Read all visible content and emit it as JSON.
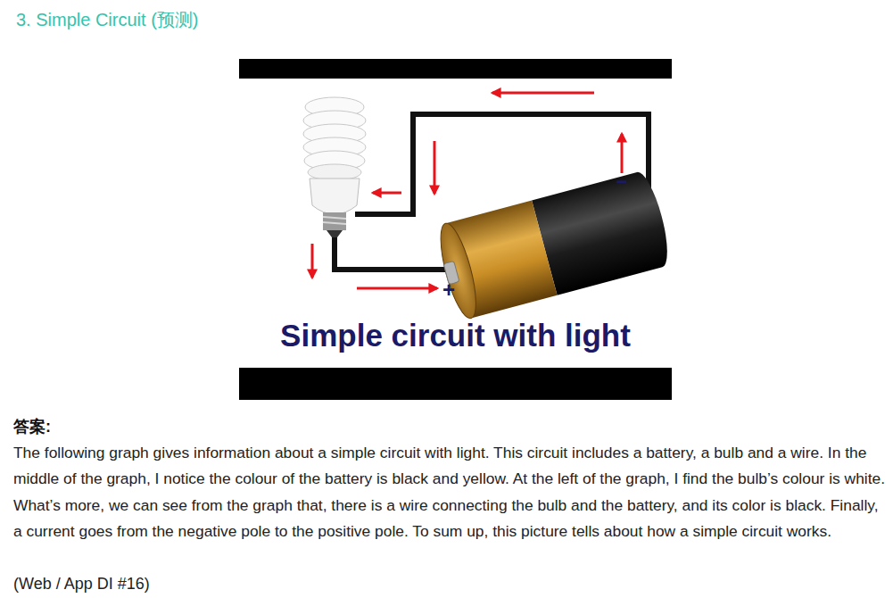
{
  "diagram": {
    "title": "3. Simple Circuit (预测)",
    "labels": [
      "−",
      "+",
      "Simple circuit with light",
      "答案:",
      "The following graph gives information about a simple circuit with light. This circuit includes a battery, a bulb and a wire. In the middle of the graph, I notice the colour of the battery is black and yellow. At the left of the graph, I find the bulb’s colour is white. What’s more, we can see from the graph that, there is a wire connecting the bulb and the battery, and its color is black. Finally, a current goes from the negative pole to the positive pole. To sum up, this picture tells about how a simple circuit works.",
      "(Web / App DI #16)"
    ]
  }
}
